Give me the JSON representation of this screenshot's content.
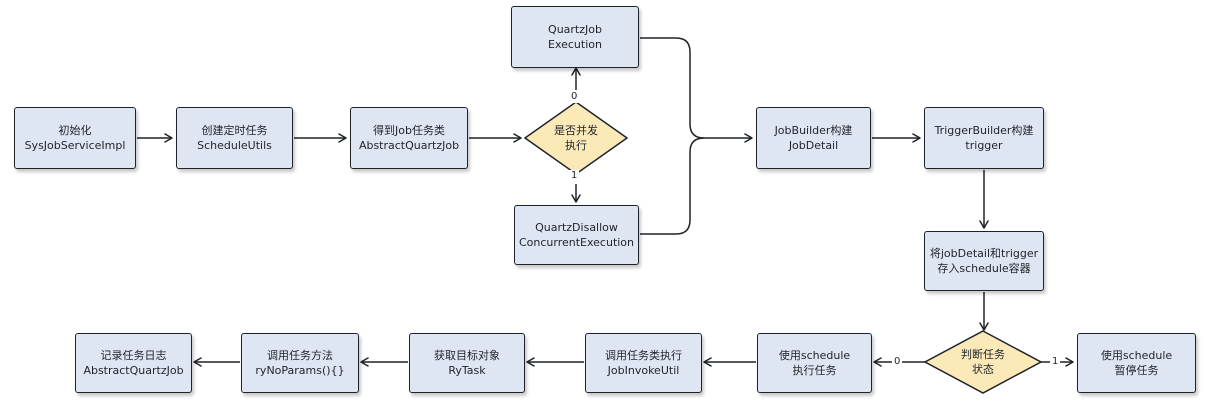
{
  "nodes": {
    "init": {
      "line1": "初始化",
      "line2": "SysJobServiceImpl"
    },
    "create": {
      "line1": "创建定时任务",
      "line2": "ScheduleUtils"
    },
    "get_class": {
      "line1": "得到Job任务类",
      "line2": "AbstractQuartzJob"
    },
    "concurrent": {
      "line1": "是否并发",
      "line2": "执行"
    },
    "quartz_exec": {
      "line1": "QuartzJob",
      "line2": "Execution"
    },
    "quartz_disallow": {
      "line1": "QuartzDisallow",
      "line2": "ConcurrentExecution"
    },
    "job_builder": {
      "line1": "JobBuilder构建",
      "line2": "JobDetail"
    },
    "trigger_builder": {
      "line1": "TriggerBuilder构建",
      "line2": "trigger"
    },
    "store": {
      "line1": "将jobDetail和trigger",
      "line2": "存入schedule容器"
    },
    "judge": {
      "line1": "判断任务",
      "line2": "状态"
    },
    "pause": {
      "line1": "使用schedule",
      "line2": "暂停任务"
    },
    "run": {
      "line1": "使用schedule",
      "line2": "执行任务"
    },
    "invoke": {
      "line1": "调用任务类执行",
      "line2": "JobInvokeUtil"
    },
    "get_target": {
      "line1": "获取目标对象",
      "line2": "RyTask"
    },
    "call_method": {
      "line1": "调用任务方法",
      "line2": "ryNoParams(){}"
    },
    "log": {
      "line1": "记录任务日志",
      "line2": "AbstractQuartzJob"
    }
  },
  "edge_labels": {
    "concurrent_yes": "0",
    "concurrent_no": "1",
    "judge_run": "0",
    "judge_pause": "1"
  },
  "colors": {
    "process_fill": "#dfe6f3",
    "decision_fill": "#fbe9b8",
    "stroke": "#1f2329"
  }
}
